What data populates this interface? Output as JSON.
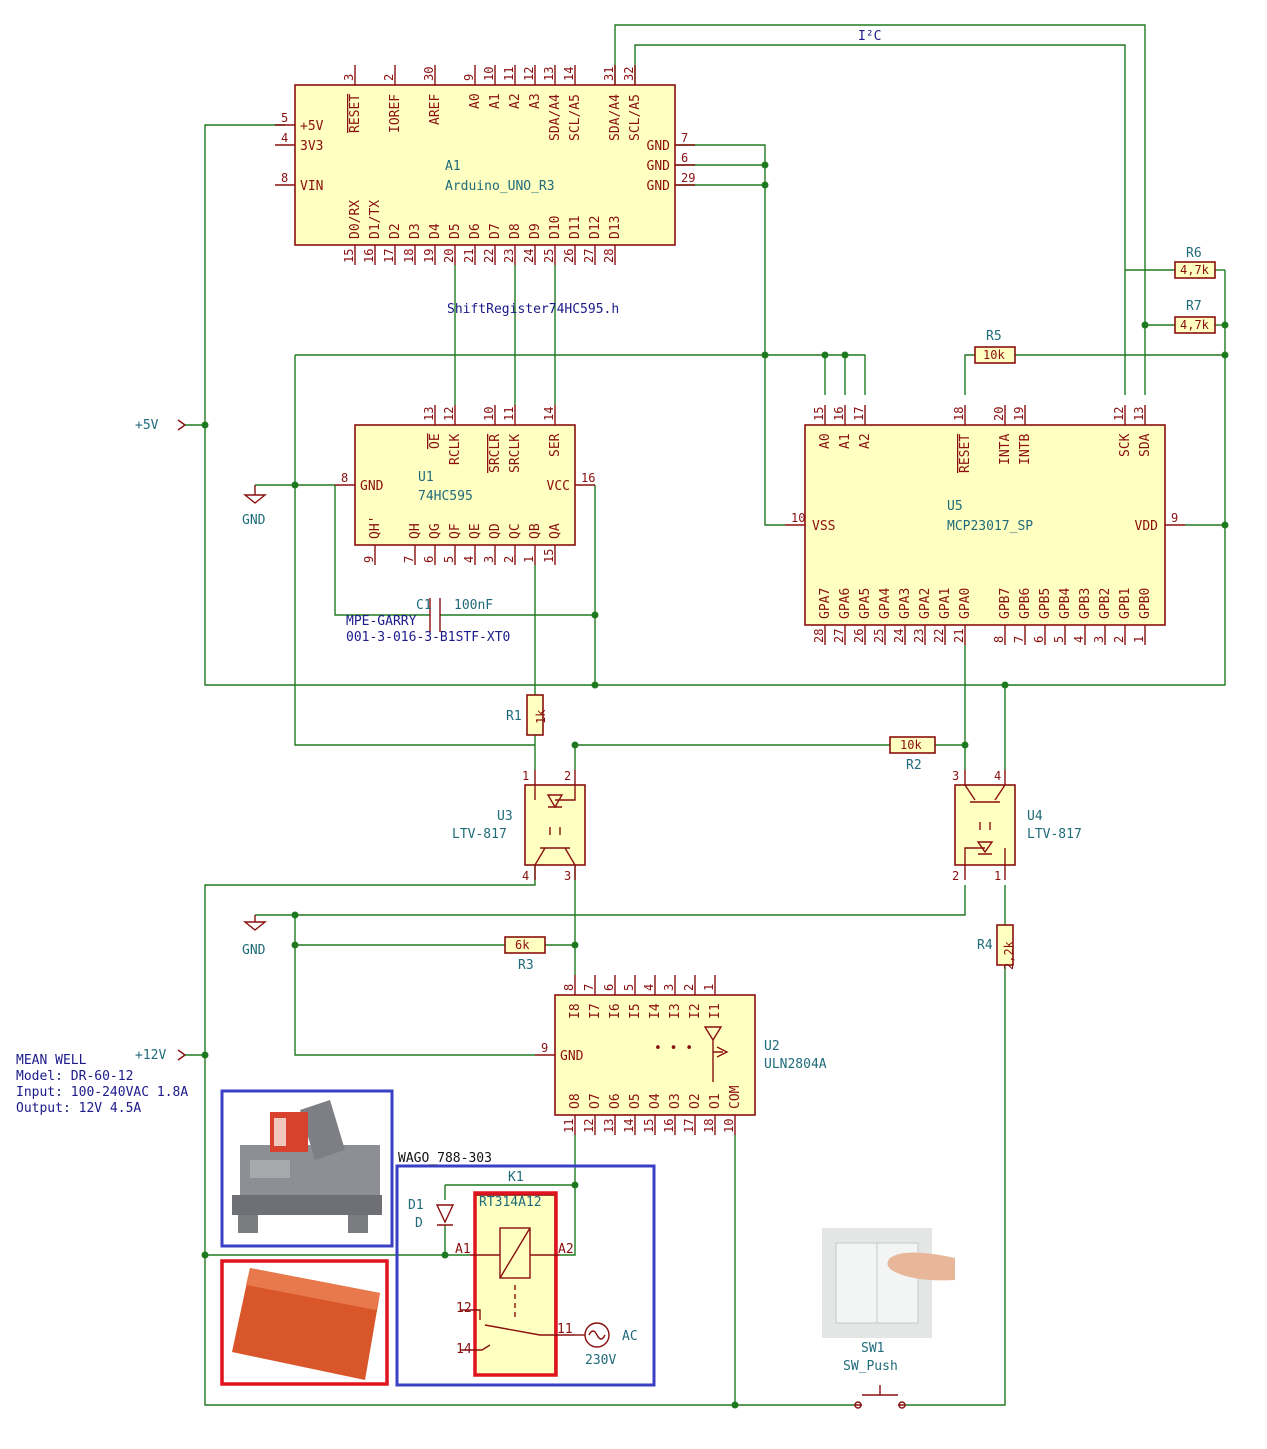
{
  "arduino": {
    "ref": "A1",
    "value": "Arduino_UNO_R3",
    "top_pin_nums": [
      "3",
      "2",
      "30",
      "9",
      "10",
      "11",
      "12",
      "13",
      "14",
      "31",
      "32"
    ],
    "top_pin_names": [
      "RESET",
      "IOREF",
      "AREF",
      "A0",
      "A1",
      "A2",
      "A3",
      "SDA/A4",
      "SCL/A5",
      "SDA/A4",
      "SCL/A5"
    ],
    "left_pin_nums": [
      "5",
      "4",
      "8"
    ],
    "left_pin_names": [
      "+5V",
      "3V3",
      "VIN"
    ],
    "right_pin_nums": [
      "7",
      "6",
      "29"
    ],
    "right_pin_names": [
      "GND",
      "GND",
      "GND"
    ],
    "bottom_pin_nums": [
      "15",
      "16",
      "17",
      "18",
      "19",
      "20",
      "21",
      "22",
      "23",
      "24",
      "25",
      "26",
      "27",
      "28"
    ],
    "bottom_pin_names": [
      "D0/RX",
      "D1/TX",
      "D2",
      "D3",
      "D4",
      "D5",
      "D6",
      "D7",
      "D8",
      "D9",
      "D10",
      "D11",
      "D12",
      "D13"
    ]
  },
  "shift_label": "ShiftRegister74HC595.h",
  "i2c_label": "I²C",
  "u1": {
    "ref": "U1",
    "value": "74HC595",
    "top_pin_nums": [
      "13",
      "12",
      "10",
      "11",
      "14"
    ],
    "top_pin_names": [
      "OE",
      "RCLK",
      "SRCLR",
      "SRCLK",
      "SER"
    ],
    "left_pin_num": "8",
    "left_pin_name": "GND",
    "right_pin_num": "16",
    "right_pin_name": "VCC",
    "bottom_pin_nums": [
      "9",
      "7",
      "6",
      "5",
      "4",
      "3",
      "2",
      "1",
      "15"
    ],
    "bottom_pin_names": [
      "QH'",
      "QH",
      "QG",
      "QF",
      "QE",
      "QD",
      "QC",
      "QB",
      "QA"
    ]
  },
  "u5": {
    "ref": "U5",
    "value": "MCP23017_SP",
    "top_pin_nums": [
      "15",
      "16",
      "17",
      "18",
      "20",
      "19",
      "12",
      "13"
    ],
    "top_pin_names": [
      "A0",
      "A1",
      "A2",
      "RESET",
      "INTA",
      "INTB",
      "SCK",
      "SDA"
    ],
    "left_pin_num": "10",
    "left_pin_name": "VSS",
    "right_pin_num": "9",
    "right_pin_name": "VDD",
    "bottom_pin_nums": [
      "28",
      "27",
      "26",
      "25",
      "24",
      "23",
      "22",
      "21",
      "8",
      "7",
      "6",
      "5",
      "4",
      "3",
      "2",
      "1"
    ],
    "bottom_pin_names": [
      "GPA7",
      "GPA6",
      "GPA5",
      "GPA4",
      "GPA3",
      "GPA2",
      "GPA1",
      "GPA0",
      "GPB7",
      "GPB6",
      "GPB5",
      "GPB4",
      "GPB3",
      "GPB2",
      "GPB1",
      "GPB0"
    ]
  },
  "c1": {
    "ref": "C1",
    "value": "100nF",
    "mpn1": "MPE-GARRY",
    "mpn2": "001-3-016-3-B1STF-XT0"
  },
  "r1": {
    "ref": "R1",
    "value": "1k"
  },
  "r2": {
    "ref": "R2",
    "value": "10k"
  },
  "r3": {
    "ref": "R3",
    "value": "6k"
  },
  "r4": {
    "ref": "R4",
    "value": "2,2k"
  },
  "r5": {
    "ref": "R5",
    "value": "10k"
  },
  "r6": {
    "ref": "R6",
    "value": "4,7k"
  },
  "r7": {
    "ref": "R7",
    "value": "4,7k"
  },
  "u3": {
    "ref": "U3",
    "value": "LTV-817",
    "pins": [
      "1",
      "2",
      "4",
      "3"
    ]
  },
  "u4": {
    "ref": "U4",
    "value": "LTV-817",
    "pins": [
      "3",
      "4",
      "2",
      "1"
    ]
  },
  "u2": {
    "ref": "U2",
    "value": "ULN2804A",
    "top_pin_nums": [
      "8",
      "7",
      "6",
      "5",
      "4",
      "3",
      "2",
      "1"
    ],
    "top_pin_names": [
      "I8",
      "I7",
      "I6",
      "I5",
      "I4",
      "I3",
      "I2",
      "I1"
    ],
    "left_pin_num": "9",
    "left_pin_name": "GND",
    "bottom_pin_nums": [
      "11",
      "12",
      "13",
      "14",
      "15",
      "16",
      "17",
      "18",
      "10"
    ],
    "bottom_pin_names": [
      "O8",
      "O7",
      "O6",
      "O5",
      "O4",
      "O3",
      "O2",
      "O1",
      "COM"
    ],
    "dots": "• • •"
  },
  "power": {
    "plus5": "+5V",
    "gnd": "GND",
    "plus12": "+12V"
  },
  "psu": [
    "MEAN WELL",
    "Model: DR-60-12",
    "Input: 100-240VAC 1.8A",
    "Output: 12V 4.5A"
  ],
  "k1": {
    "ref": "K1",
    "value": "RT314A12",
    "socket": "WAGO_788-303",
    "a1": "A1",
    "a2": "A2",
    "p12": "12",
    "p14": "14",
    "p11": "11",
    "ac": "AC",
    "voltage": "230V"
  },
  "d1": {
    "ref": "D1",
    "value": "D"
  },
  "sw1": {
    "ref": "SW1",
    "value": "SW_Push"
  },
  "colors": {
    "wire": "#1f7a1f",
    "symbol": "#8a0f0f",
    "body": "#ffffc2",
    "blue_frame": "#3a3fc4",
    "red_frame": "#e0141e"
  }
}
